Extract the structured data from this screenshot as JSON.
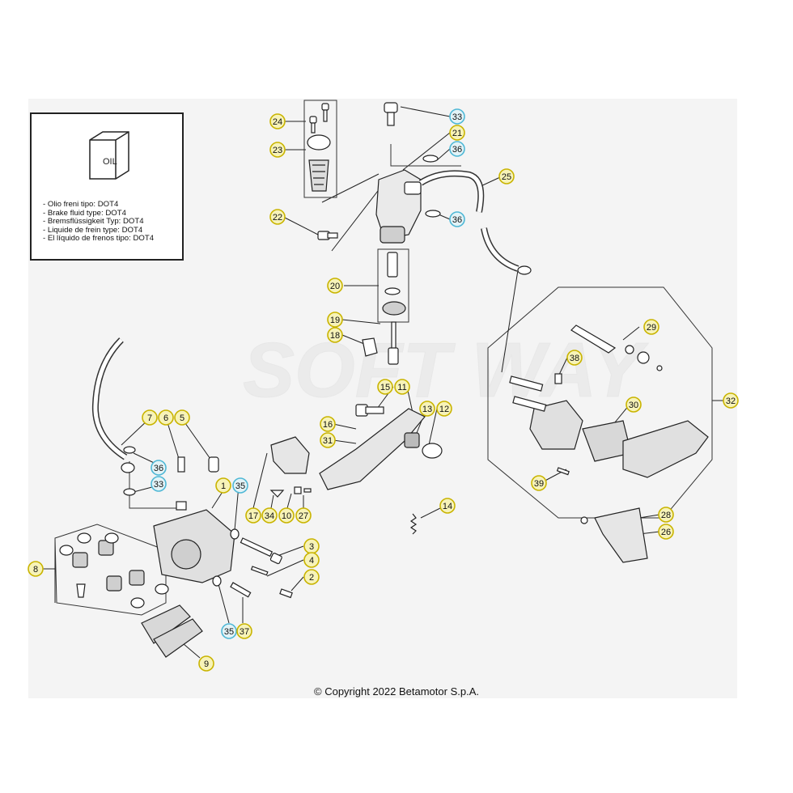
{
  "oil_box": {
    "can_label": "OIL",
    "lines": [
      "- Olio freni tipo: DOT4",
      "- Brake fluid type: DOT4",
      "- Bremsflüssigkeit Typ: DOT4",
      "- Liquide de frein type: DOT4",
      "- El líquido de frenos tipo: DOT4"
    ]
  },
  "watermark": "SOFT WAY",
  "copyright": "© Copyright 2022 Betamotor S.p.A.",
  "callouts": [
    {
      "n": "33",
      "style": "blue"
    },
    {
      "n": "21",
      "style": "yellow"
    },
    {
      "n": "36",
      "style": "blue"
    },
    {
      "n": "24",
      "style": "yellow"
    },
    {
      "n": "23",
      "style": "yellow"
    },
    {
      "n": "25",
      "style": "yellow"
    },
    {
      "n": "36",
      "style": "blue"
    },
    {
      "n": "22",
      "style": "yellow"
    },
    {
      "n": "20",
      "style": "yellow"
    },
    {
      "n": "19",
      "style": "yellow"
    },
    {
      "n": "18",
      "style": "yellow"
    },
    {
      "n": "29",
      "style": "yellow"
    },
    {
      "n": "38",
      "style": "yellow"
    },
    {
      "n": "32",
      "style": "yellow"
    },
    {
      "n": "15",
      "style": "yellow"
    },
    {
      "n": "11",
      "style": "yellow"
    },
    {
      "n": "13",
      "style": "yellow"
    },
    {
      "n": "12",
      "style": "yellow"
    },
    {
      "n": "30",
      "style": "yellow"
    },
    {
      "n": "7",
      "style": "yellow"
    },
    {
      "n": "6",
      "style": "yellow"
    },
    {
      "n": "5",
      "style": "yellow"
    },
    {
      "n": "16",
      "style": "yellow"
    },
    {
      "n": "31",
      "style": "yellow"
    },
    {
      "n": "36",
      "style": "blue"
    },
    {
      "n": "33",
      "style": "blue"
    },
    {
      "n": "1",
      "style": "yellow"
    },
    {
      "n": "35",
      "style": "blue"
    },
    {
      "n": "39",
      "style": "yellow"
    },
    {
      "n": "17",
      "style": "yellow"
    },
    {
      "n": "34",
      "style": "yellow"
    },
    {
      "n": "10",
      "style": "yellow"
    },
    {
      "n": "27",
      "style": "yellow"
    },
    {
      "n": "14",
      "style": "yellow"
    },
    {
      "n": "28",
      "style": "yellow"
    },
    {
      "n": "26",
      "style": "yellow"
    },
    {
      "n": "3",
      "style": "yellow"
    },
    {
      "n": "8",
      "style": "yellow"
    },
    {
      "n": "4",
      "style": "yellow"
    },
    {
      "n": "2",
      "style": "yellow"
    },
    {
      "n": "35",
      "style": "blue"
    },
    {
      "n": "37",
      "style": "yellow"
    },
    {
      "n": "9",
      "style": "yellow"
    }
  ],
  "colors": {
    "yellow_fill": "#f7f3b8",
    "yellow_stroke": "#c9b400",
    "blue_fill": "#e2f3f7",
    "blue_stroke": "#4fb8d6",
    "line": "#222222",
    "panel": "#f4f4f4"
  }
}
